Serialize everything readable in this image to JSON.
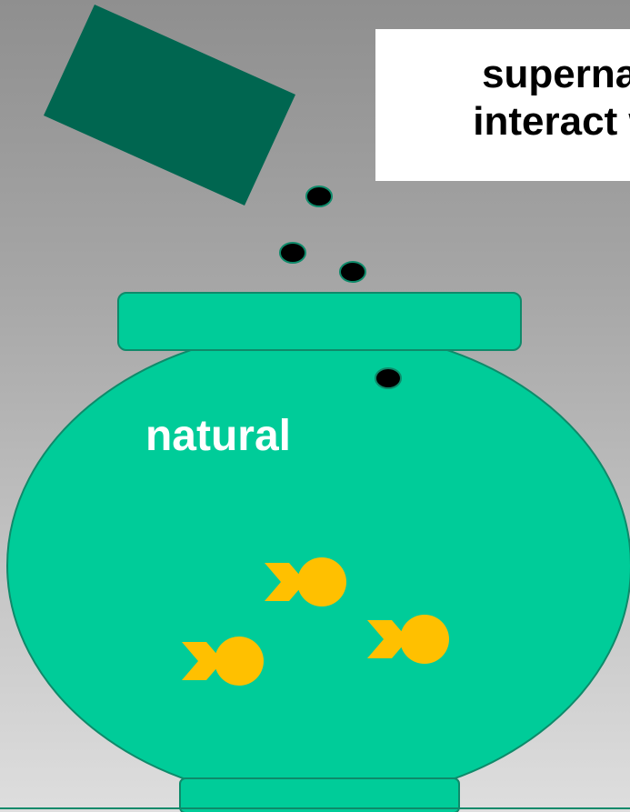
{
  "caption": {
    "line1": "supernat",
    "line2": "interact w"
  },
  "bowl": {
    "label": "natural"
  },
  "colors": {
    "bowl_fill": "#00cc99",
    "bowl_stroke": "#0e8a6a",
    "box_fill": "#006650",
    "pellet_fill": "#000000",
    "fish_fill": "#ffc000",
    "caption_bg": "#ffffff"
  },
  "objects": {
    "pellet_count": 4,
    "fish_count": 3
  }
}
